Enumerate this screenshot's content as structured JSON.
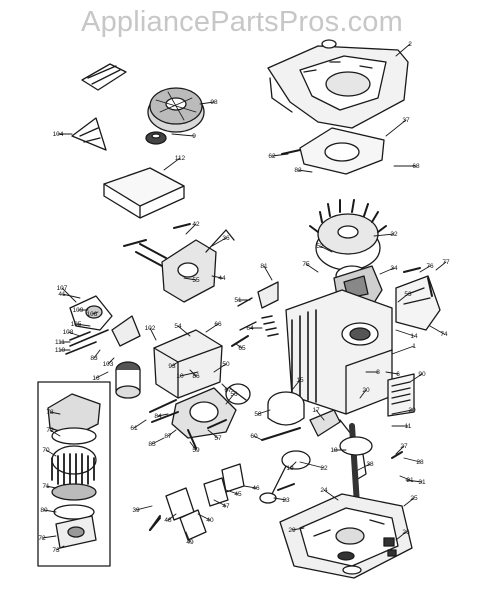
{
  "watermark": "AppliancePartsPros.com",
  "labels": [
    "1",
    "2",
    "6",
    "8",
    "9",
    "10",
    "11",
    "14",
    "15",
    "16",
    "17",
    "18",
    "19",
    "20",
    "21",
    "22",
    "23",
    "24",
    "25",
    "26",
    "27",
    "28",
    "29",
    "30",
    "31",
    "32",
    "34",
    "36",
    "37",
    "38",
    "39",
    "40",
    "41",
    "42",
    "44",
    "45",
    "46",
    "47",
    "48",
    "49",
    "50",
    "51",
    "52",
    "53",
    "54",
    "55",
    "56",
    "57",
    "58",
    "59",
    "60",
    "61",
    "62",
    "64",
    "65",
    "66",
    "67",
    "68",
    "70",
    "71",
    "72",
    "73",
    "74",
    "75",
    "76",
    "77",
    "78",
    "79",
    "80",
    "81",
    "82",
    "83",
    "84",
    "85",
    "86",
    "87",
    "90",
    "93",
    "98",
    "102",
    "103",
    "104",
    "105",
    "106",
    "107",
    "108",
    "109",
    "110",
    "111",
    "112"
  ]
}
